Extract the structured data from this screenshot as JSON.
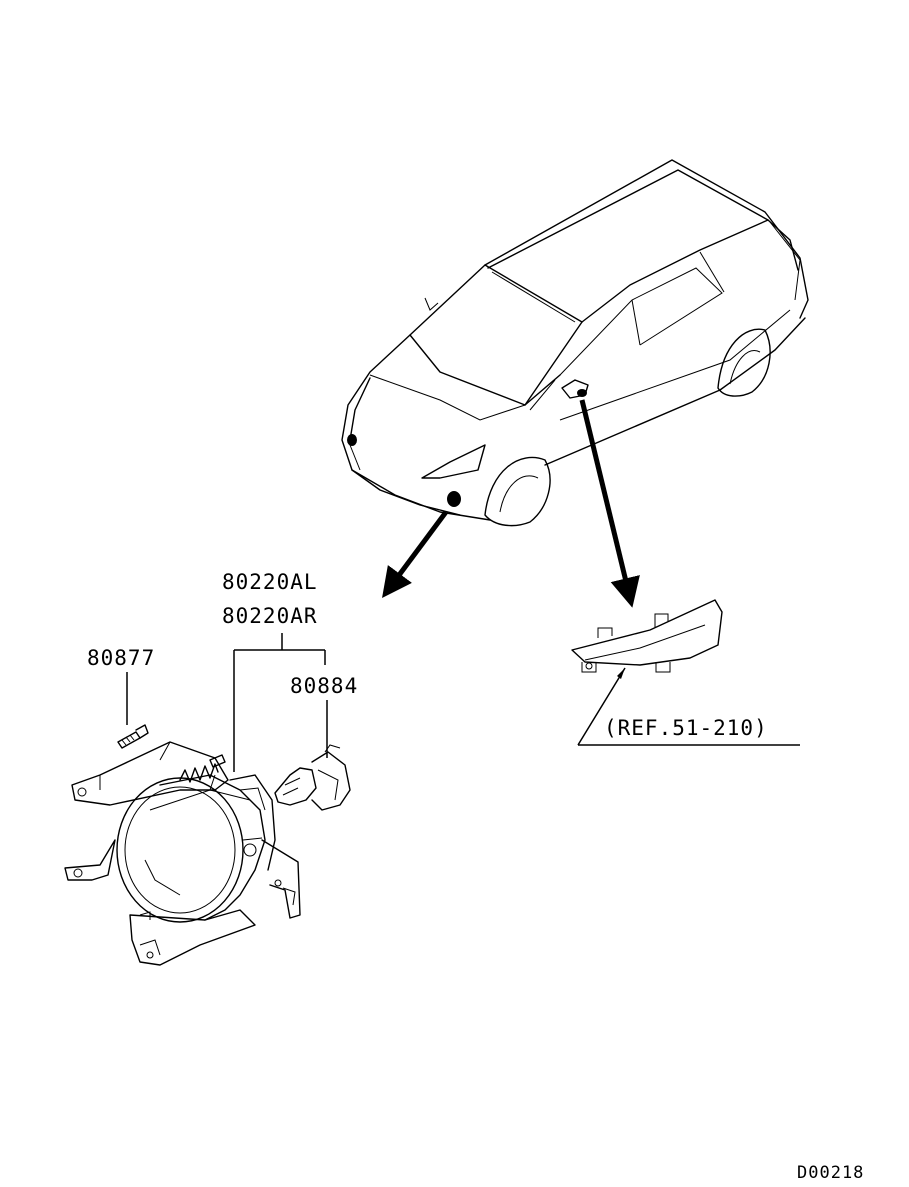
{
  "labels": {
    "fog_lamp_left": "80220AL",
    "fog_lamp_right": "80220AR",
    "screw": "80877",
    "bulb": "80884",
    "reference": "(REF.51-210)",
    "diagram_code": "D00218"
  }
}
